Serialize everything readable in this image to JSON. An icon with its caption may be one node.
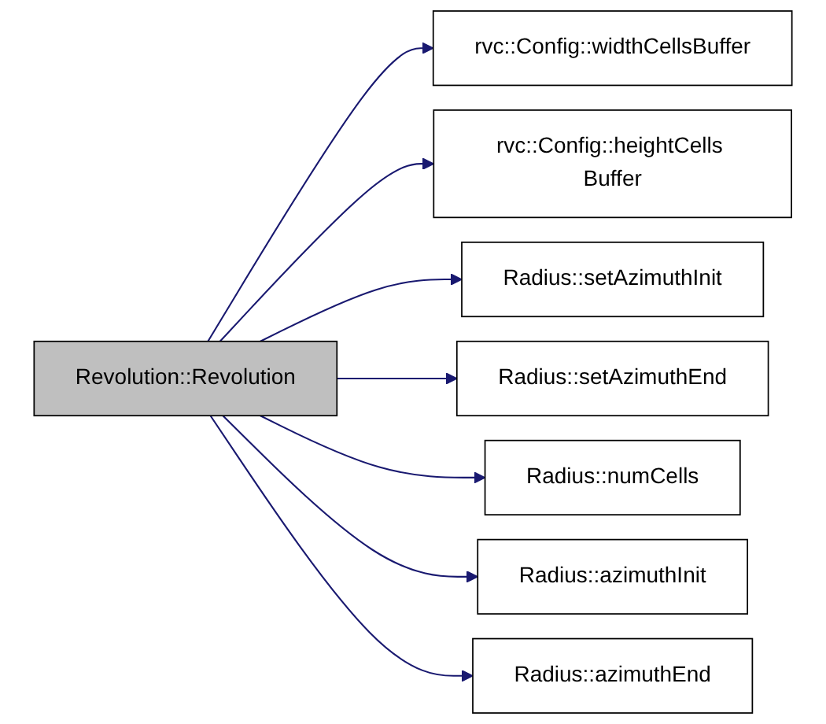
{
  "diagram": {
    "nodes": [
      {
        "text": [
          "Revolution::Revolution"
        ]
      },
      {
        "text": [
          "rvc::Config::widthCellsBuffer"
        ]
      },
      {
        "text": [
          "rvc::Config::heightCells Buffer"
        ]
      },
      {
        "text": [
          "Radius::setAzimuthInit"
        ]
      },
      {
        "text": [
          "Radius::setAzimuthEnd"
        ]
      },
      {
        "text": [
          "Radius::numCells"
        ]
      },
      {
        "text": [
          "Radius::azimuthInit"
        ]
      },
      {
        "text": [
          "Radius::azimuthEnd"
        ]
      }
    ],
    "edges": [
      {
        "from": 0,
        "to": 1,
        "arrow": "to"
      },
      {
        "from": 0,
        "to": 2,
        "arrow": "to"
      },
      {
        "from": 0,
        "to": 3,
        "arrow": "to"
      },
      {
        "from": 0,
        "to": 4,
        "arrow": "to"
      },
      {
        "from": 0,
        "to": 5,
        "arrow": "to"
      },
      {
        "from": 0,
        "to": 6,
        "arrow": "to"
      },
      {
        "from": 0,
        "to": 7,
        "arrow": "to"
      }
    ]
  }
}
